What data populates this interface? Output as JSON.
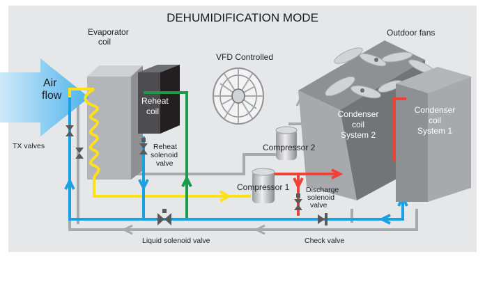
{
  "title": "DEHUMIDIFICATION MODE",
  "labels": {
    "evaporator": [
      "Evaporator",
      "coil"
    ],
    "outdoor_fans": "Outdoor fans",
    "vfd": "VFD Controlled",
    "airflow": [
      "Air",
      "flow"
    ],
    "reheat_coil": [
      "Reheat",
      "coil"
    ],
    "tx_valves": "TX valves",
    "reheat_valve": [
      "Reheat",
      "solenoid",
      "valve"
    ],
    "compressor2": "Compressor 2",
    "compressor1": "Compressor 1",
    "discharge_valve": [
      "Discharge",
      "solenoid",
      "valve"
    ],
    "condenser2": [
      "Condenser",
      "coil",
      "System 2"
    ],
    "condenser1": [
      "Condenser",
      "coil",
      "System 1"
    ],
    "liquid_valve": "Liquid solenoid valve",
    "check_valve": "Check valve"
  },
  "colors": {
    "panel": "#e6e7e8",
    "gray_pipe": "#a7a9ac",
    "blue_pipe": "#1ba1e2",
    "yellow_pipe": "#ffe11a",
    "green_pipe": "#1a9a4a",
    "red_pipe": "#ef4136",
    "coil_light": "#b3b5b8",
    "coil_dark": "#4d4d4f"
  }
}
